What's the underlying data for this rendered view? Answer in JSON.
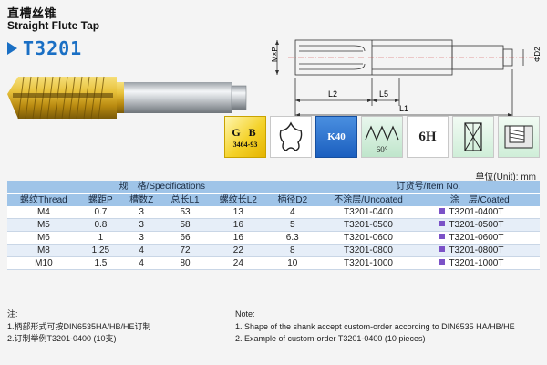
{
  "header": {
    "title_cn": "直槽丝锥",
    "title_en": "Straight Flute Tap",
    "model": "T3201"
  },
  "drawing": {
    "labels": {
      "l1": "L1",
      "l2": "L2",
      "l5": "L5",
      "dia_m": "M×P",
      "dia_d2": "ΦD2"
    }
  },
  "icons": {
    "gb_line1": "G B",
    "gb_line2": "3464-93",
    "k40": "K40",
    "angle": "60°",
    "tol": "6H"
  },
  "unit_cn": "单位(Unit):",
  "unit_mm": "mm",
  "table": {
    "h_spec": "规　格/Specifications",
    "h_order": "订货号/Item No.",
    "cols": [
      "螺纹Thread",
      "螺距P",
      "槽数Z",
      "总长L1",
      "螺纹长L2",
      "柄径D2",
      "不涂层/Uncoated",
      "涂　层/Coated"
    ],
    "rows": [
      [
        "M4",
        "0.7",
        "3",
        "53",
        "13",
        "4",
        "T3201-0400",
        "T3201-0400T"
      ],
      [
        "M5",
        "0.8",
        "3",
        "58",
        "16",
        "5",
        "T3201-0500",
        "T3201-0500T"
      ],
      [
        "M6",
        "1",
        "3",
        "66",
        "16",
        "6.3",
        "T3201-0600",
        "T3201-0600T"
      ],
      [
        "M8",
        "1.25",
        "4",
        "72",
        "22",
        "8",
        "T3201-0800",
        "T3201-0800T"
      ],
      [
        "M10",
        "1.5",
        "4",
        "80",
        "24",
        "10",
        "T3201-1000",
        "T3201-1000T"
      ]
    ]
  },
  "notes_cn": {
    "title": "注:",
    "items": [
      "1.柄部形式可按DIN6535HA/HB/HE订制",
      "2.订制举例T3201-0400 (10支)"
    ]
  },
  "notes_en": {
    "title": "Note:",
    "items": [
      "1. Shape of the shank accept custom-order according to DIN6535 HA/HB/HE",
      "2. Example of custom-order T3201-0400  (10 pieces)"
    ]
  },
  "colors": {
    "accent": "#1a6fc4",
    "header_bg": "#9fc4e8",
    "coated_marker": "#7b52c7",
    "tin_gold": "#d9b02a"
  }
}
